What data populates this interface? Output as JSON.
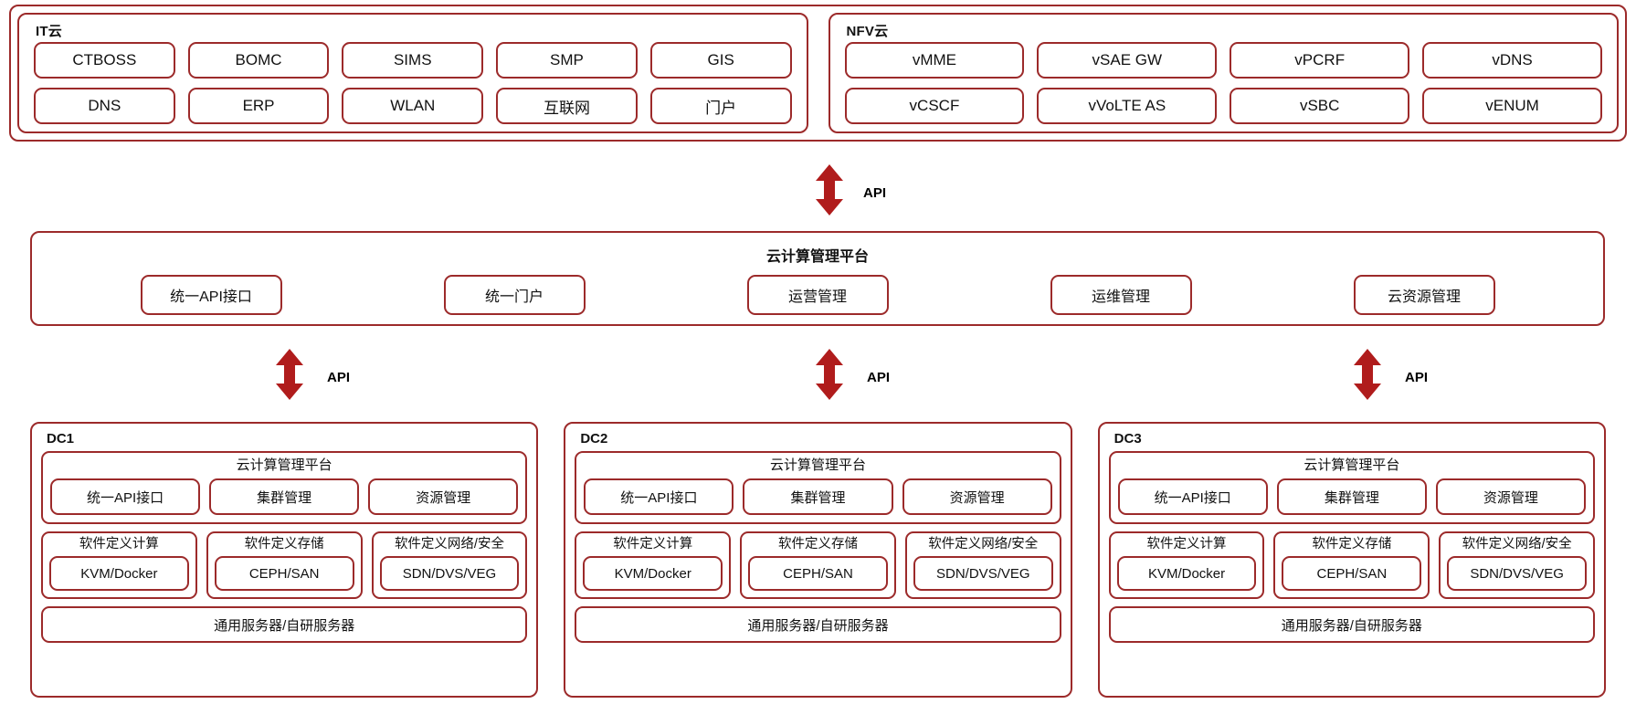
{
  "colors": {
    "border": "#9c2a2a",
    "arrow": "#b01c1c",
    "background": "#ffffff",
    "text": "#111111"
  },
  "cloud_band": {
    "groups": [
      {
        "title": "IT云",
        "rows": [
          [
            "CTBOSS",
            "BOMC",
            "SIMS",
            "SMP",
            "GIS"
          ],
          [
            "DNS",
            "ERP",
            "WLAN",
            "互联网",
            "门户"
          ]
        ]
      },
      {
        "title": "NFV云",
        "rows": [
          [
            "vMME",
            "vSAE GW",
            "vPCRF",
            "vDNS"
          ],
          [
            "vCSCF",
            "vVoLTE AS",
            "vSBC",
            "vENUM"
          ]
        ]
      }
    ]
  },
  "arrows": {
    "label": "API",
    "icon": "double-headed-vertical-arrow",
    "items": [
      {
        "name": "api-arrow-top"
      },
      {
        "name": "api-arrow-dc1"
      },
      {
        "name": "api-arrow-dc2"
      },
      {
        "name": "api-arrow-dc3"
      }
    ]
  },
  "platform": {
    "title": "云计算管理平台",
    "items": [
      "统一API接口",
      "统一门户",
      "运营管理",
      "运维管理",
      "云资源管理"
    ]
  },
  "datacenters": [
    {
      "title": "DC1",
      "mgmt_title": "云计算管理平台",
      "mgmt_items": [
        "统一API接口",
        "集群管理",
        "资源管理"
      ],
      "sd_groups": [
        {
          "title": "软件定义计算",
          "value": "KVM/Docker"
        },
        {
          "title": "软件定义存储",
          "value": "CEPH/SAN"
        },
        {
          "title": "软件定义网络/安全",
          "value": "SDN/DVS/VEG"
        }
      ],
      "server": "通用服务器/自研服务器"
    },
    {
      "title": "DC2",
      "mgmt_title": "云计算管理平台",
      "mgmt_items": [
        "统一API接口",
        "集群管理",
        "资源管理"
      ],
      "sd_groups": [
        {
          "title": "软件定义计算",
          "value": "KVM/Docker"
        },
        {
          "title": "软件定义存储",
          "value": "CEPH/SAN"
        },
        {
          "title": "软件定义网络/安全",
          "value": "SDN/DVS/VEG"
        }
      ],
      "server": "通用服务器/自研服务器"
    },
    {
      "title": "DC3",
      "mgmt_title": "云计算管理平台",
      "mgmt_items": [
        "统一API接口",
        "集群管理",
        "资源管理"
      ],
      "sd_groups": [
        {
          "title": "软件定义计算",
          "value": "KVM/Docker"
        },
        {
          "title": "软件定义存储",
          "value": "CEPH/SAN"
        },
        {
          "title": "软件定义网络/安全",
          "value": "SDN/DVS/VEG"
        }
      ],
      "server": "通用服务器/自研服务器"
    }
  ]
}
